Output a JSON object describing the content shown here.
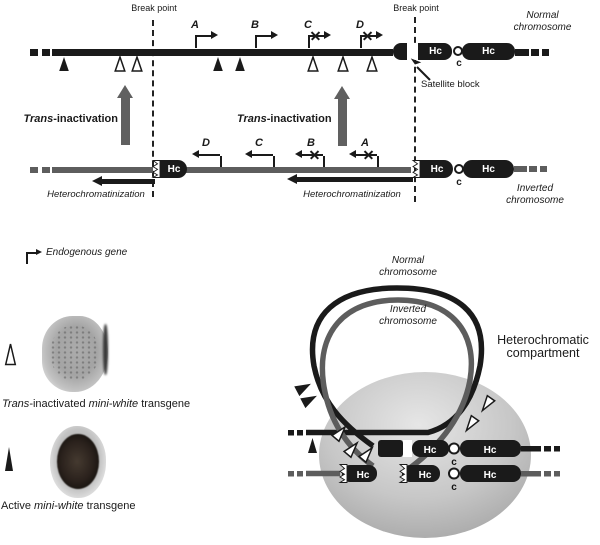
{
  "labels": {
    "break_point": "Break point",
    "normal_chromosome": "Normal\nchromosome",
    "inverted_chromosome": "Inverted\nchromosome",
    "satellite_block": "Satellite block",
    "hc": "Hc",
    "centromere": "c",
    "trans": "Trans",
    "inactivation": "-inactivation",
    "heterochromatinization": "Heterochromatinization",
    "heterochromatic_compartment": "Heterochromatic\ncompartment"
  },
  "genes": {
    "a": "A",
    "b": "B",
    "c": "C",
    "d": "D"
  },
  "legend": {
    "endogenous_gene": "Endogenous gene",
    "trans": "Trans",
    "inactivated": "-inactivated ",
    "mini_white": "mini-white",
    "transgene": " transgene",
    "active": "Active "
  },
  "colors": {
    "ink": "#1a1a1a",
    "inverted_gray": "#5d5d5d",
    "arrow_gray": "#606060"
  }
}
